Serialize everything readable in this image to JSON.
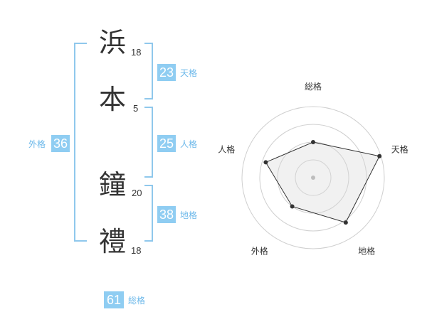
{
  "name": [
    {
      "char": "浜",
      "strokes": "18"
    },
    {
      "char": "本",
      "strokes": "5"
    },
    {
      "char": "鐘",
      "strokes": "20"
    },
    {
      "char": "禮",
      "strokes": "18"
    }
  ],
  "kaku": {
    "tenkaku": {
      "value": "23",
      "label": "天格"
    },
    "jinkaku": {
      "value": "25",
      "label": "人格"
    },
    "chikaku": {
      "value": "38",
      "label": "地格"
    },
    "gaikaku": {
      "value": "36",
      "label": "外格"
    },
    "soukaku": {
      "value": "61",
      "label": "総格"
    }
  },
  "colors": {
    "accent": "#8fcdf2",
    "bracket": "#8fc8ec"
  },
  "chart_data": {
    "type": "radar",
    "axes": [
      "総格",
      "天格",
      "地格",
      "外格",
      "人格"
    ],
    "values": [
      0.5,
      0.98,
      0.78,
      0.5,
      0.7
    ],
    "range": [
      0,
      1
    ],
    "grid_rings": 4,
    "grid": true,
    "legend": "none"
  }
}
